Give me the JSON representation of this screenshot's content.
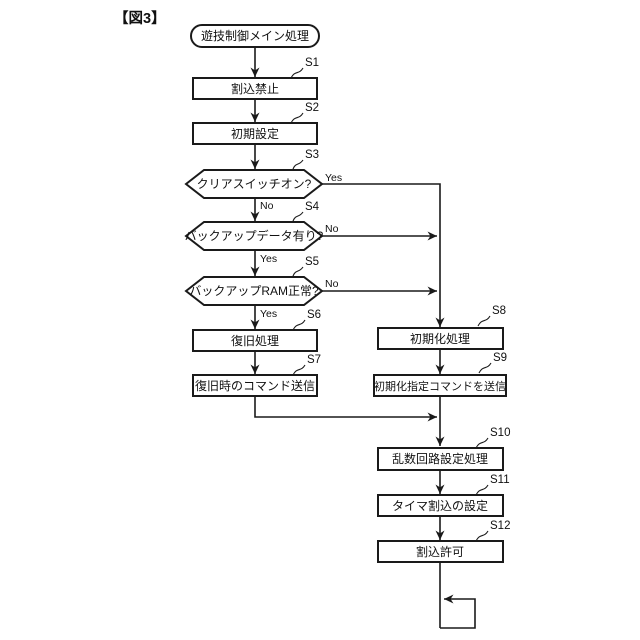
{
  "figure": {
    "label": "【図3】"
  },
  "flow": {
    "start": {
      "label": "遊技制御メイン処理"
    },
    "s1": {
      "tag": "S1",
      "label": "割込禁止"
    },
    "s2": {
      "tag": "S2",
      "label": "初期設定"
    },
    "s3": {
      "tag": "S3",
      "label": "クリアスイッチオン?",
      "right": "Yes",
      "down": "No"
    },
    "s4": {
      "tag": "S4",
      "label": "バックアップデータ有り?",
      "right": "No",
      "down": "Yes"
    },
    "s5": {
      "tag": "S5",
      "label": "バックアップRAM正常?",
      "right": "No",
      "down": "Yes"
    },
    "s6": {
      "tag": "S6",
      "label": "復旧処理"
    },
    "s7": {
      "tag": "S7",
      "label": "復旧時のコマンド送信"
    },
    "s8": {
      "tag": "S8",
      "label": "初期化処理"
    },
    "s9": {
      "tag": "S9",
      "label": "初期化指定コマンドを送信"
    },
    "s10": {
      "tag": "S10",
      "label": "乱数回路設定処理"
    },
    "s11": {
      "tag": "S11",
      "label": "タイマ割込の設定"
    },
    "s12": {
      "tag": "S12",
      "label": "割込許可"
    }
  },
  "colors": {
    "line": "#1a1a1a",
    "background": "#ffffff"
  }
}
